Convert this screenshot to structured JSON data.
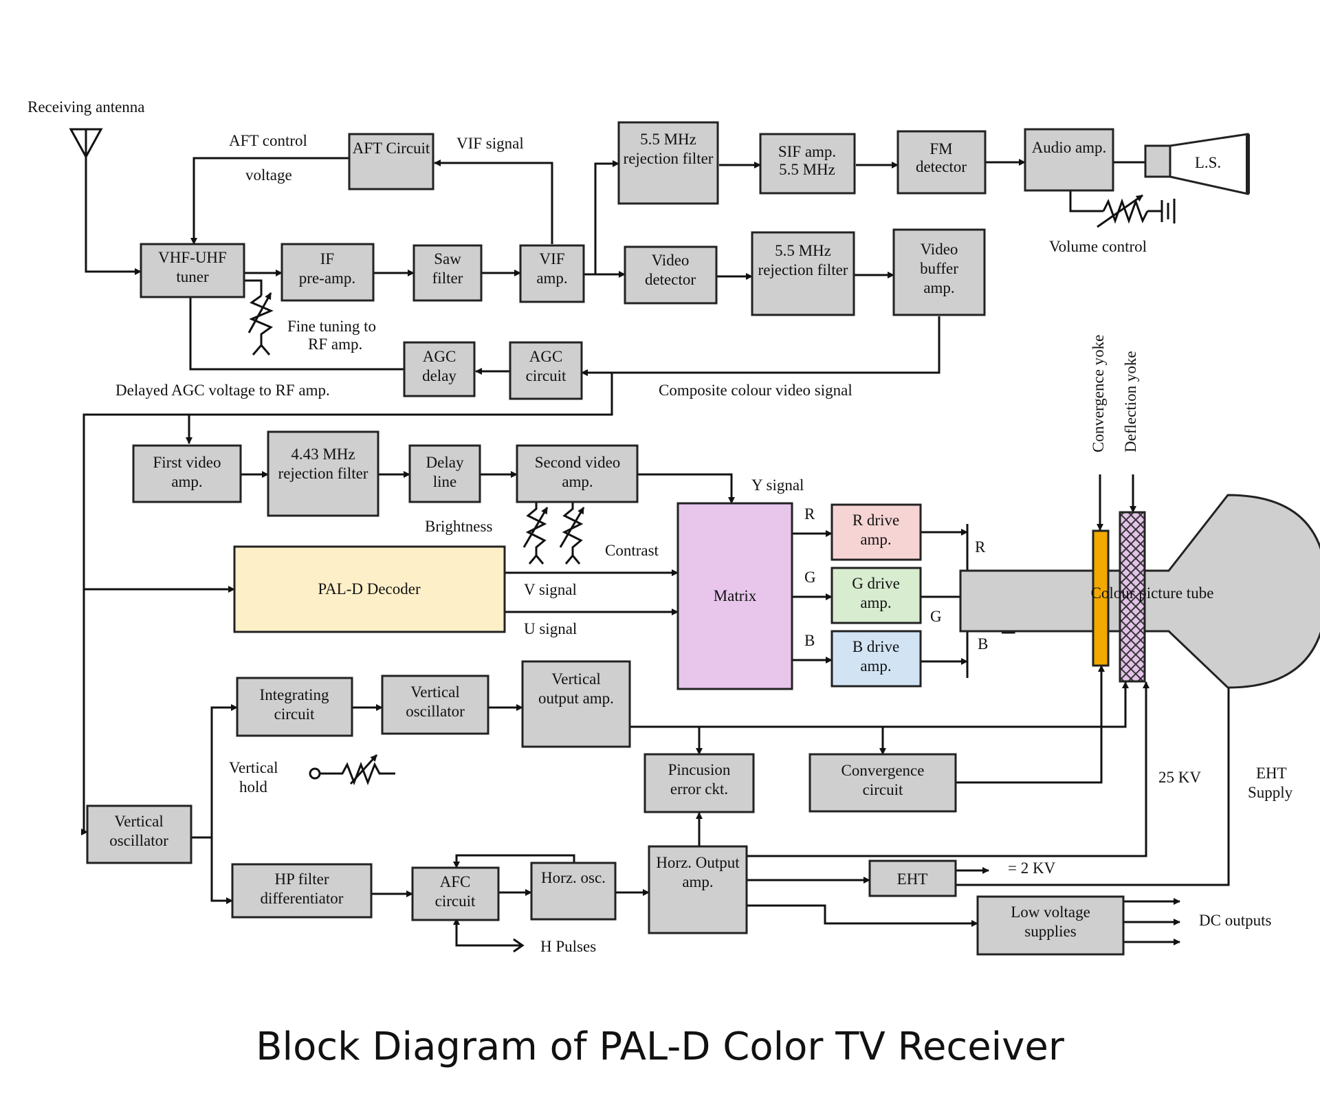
{
  "caption": "Block Diagram of PAL-D Color TV Receiver",
  "colors": {
    "decoder_fill": "#fdf0c8",
    "matrix_fill": "#e8c6ec",
    "r_drive_fill": "#f7d4d4",
    "g_drive_fill": "#d8ecd0",
    "b_drive_fill": "#d2e4f4",
    "convergence_yoke": "#f2a900",
    "deflection_yoke": "#e3c2e8",
    "block_fill": "#cfcfcf"
  },
  "blocks": {
    "aft_circuit": [
      "AFT Circuit"
    ],
    "rej_filter_top": [
      "5.5 MHz",
      "rejection filter"
    ],
    "sif_amp": [
      "SIF amp.",
      "5.5 MHz"
    ],
    "fm_detector": [
      "FM",
      "detector"
    ],
    "audio_amp": [
      "Audio amp."
    ],
    "loudspeaker": [
      "L.S."
    ],
    "tuner": [
      "VHF-UHF",
      "tuner"
    ],
    "if_preamp": [
      "IF",
      "pre-amp."
    ],
    "saw_filter": [
      "Saw",
      "filter"
    ],
    "vif_amp": [
      "VIF",
      "amp."
    ],
    "video_detector": [
      "Video",
      "detector"
    ],
    "rej_filter_mid": [
      "5.5 MHz",
      "rejection filter"
    ],
    "video_buffer": [
      "Video",
      "buffer",
      "amp."
    ],
    "agc_delay": [
      "AGC",
      "delay"
    ],
    "agc_circuit": [
      "AGC",
      "circuit"
    ],
    "first_video_amp": [
      "First video",
      "amp."
    ],
    "rej_filter_443": [
      "4.43 MHz",
      "rejection filter"
    ],
    "delay_line": [
      "Delay",
      "line"
    ],
    "second_video_amp": [
      "Second video",
      "amp."
    ],
    "pal_decoder": [
      "PAL-D Decoder"
    ],
    "matrix": [
      "Matrix"
    ],
    "r_drive": [
      "R drive",
      "amp."
    ],
    "g_drive": [
      "G drive",
      "amp."
    ],
    "b_drive": [
      "B drive",
      "amp."
    ],
    "picture_tube": [
      "Colour picture tube"
    ],
    "integrating_circuit": [
      "Integrating",
      "circuit"
    ],
    "vertical_osc_top": [
      "Vertical",
      "oscillator"
    ],
    "vertical_output": [
      "Vertical",
      "output amp."
    ],
    "pincushion": [
      "Pincusion",
      "error ckt."
    ],
    "convergence_circuit": [
      "Convergence",
      "circuit"
    ],
    "vertical_osc_left": [
      "Vertical",
      "oscillator"
    ],
    "hp_filter": [
      "HP filter",
      "differentiator"
    ],
    "afc_circuit": [
      "AFC",
      "circuit"
    ],
    "horz_osc": [
      "Horz. osc."
    ],
    "horz_output": [
      "Horz. Output",
      "amp."
    ],
    "eht": [
      "EHT"
    ],
    "low_voltage": [
      "Low voltage",
      "supplies"
    ]
  },
  "labels": {
    "receiving_antenna": "Receiving antenna",
    "aft_control_1": "AFT control",
    "aft_control_2": "voltage",
    "vif_signal": "VIF signal",
    "volume_control": "Volume control",
    "fine_tuning_1": "Fine tuning to",
    "fine_tuning_2": "RF amp.",
    "delayed_agc": "Delayed AGC voltage to RF amp.",
    "composite_video": "Composite colour video signal",
    "convergence_yoke": "Convergence yoke",
    "deflection_yoke": "Deflection yoke",
    "y_signal": "Y signal",
    "brightness": "Brightness",
    "contrast": "Contrast",
    "v_signal": "V signal",
    "u_signal": "U signal",
    "r_in": "R",
    "g_in": "G",
    "b_in": "B",
    "r_out": "R",
    "g_out": "G",
    "b_out": "B",
    "vertical_hold_1": "Vertical",
    "vertical_hold_2": "hold",
    "kv25": "25 KV",
    "eht_supply_1": "EHT",
    "eht_supply_2": "Supply",
    "eht_2kv": "= 2 KV",
    "dc_outputs": "DC outputs",
    "h_pulses": "H Pulses"
  }
}
